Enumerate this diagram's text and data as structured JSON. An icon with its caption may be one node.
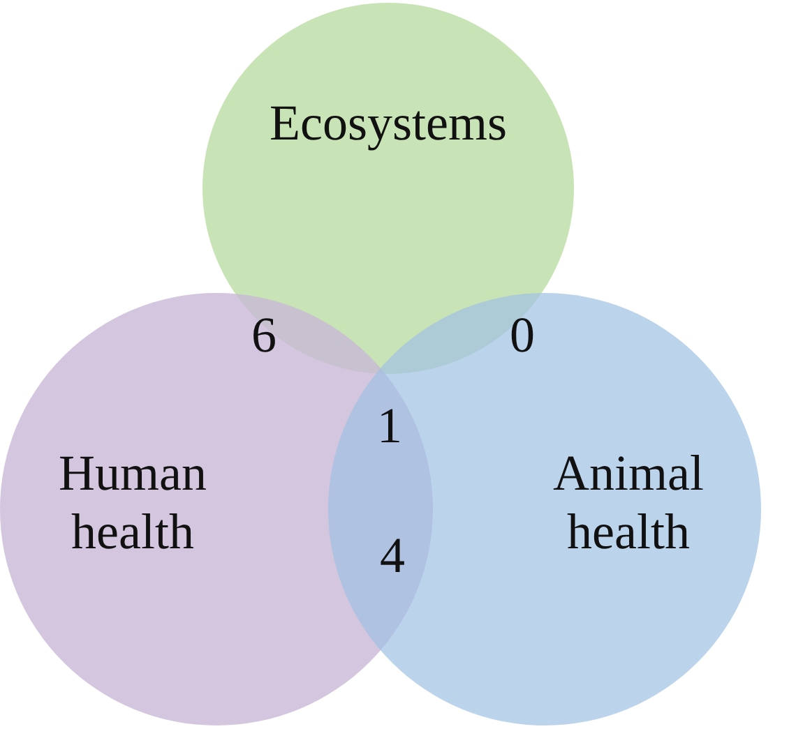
{
  "diagram": {
    "nodes": [
      {
        "text": [
          "Ecosystems"
        ]
      },
      {
        "text": [
          "Human health"
        ]
      },
      {
        "text": [
          "Animal health"
        ]
      }
    ],
    "labels": [
      "6",
      "0",
      "1",
      "4"
    ]
  }
}
